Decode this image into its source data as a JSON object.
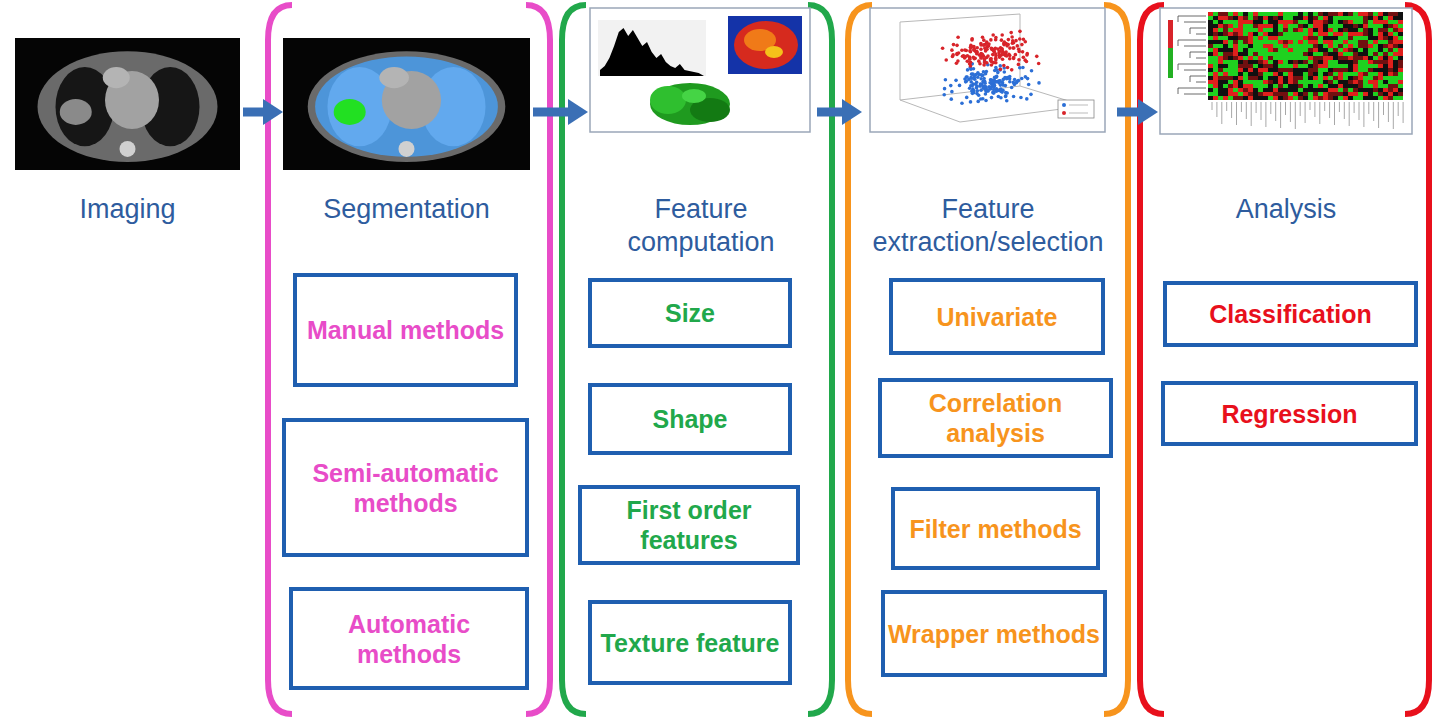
{
  "diagram": {
    "nodes": [
      {
        "text": [
          "Imaging"
        ]
      },
      {
        "text": [
          "Segmentation"
        ]
      },
      {
        "text": [
          "Manual methods"
        ],
        "in": 1
      },
      {
        "text": [
          "Semi-automatic methods"
        ],
        "in": 1
      },
      {
        "text": [
          "Automatic methods"
        ],
        "in": 1
      },
      {
        "text": [
          "Feature computation"
        ]
      },
      {
        "text": [
          "Size"
        ],
        "in": 5
      },
      {
        "text": [
          "Shape"
        ],
        "in": 5
      },
      {
        "text": [
          "First order features"
        ],
        "in": 5
      },
      {
        "text": [
          "Texture feature"
        ],
        "in": 5
      },
      {
        "text": [
          "Feature extraction/selection"
        ]
      },
      {
        "text": [
          "Univariate"
        ],
        "in": 10
      },
      {
        "text": [
          "Correlation analysis"
        ],
        "in": 10
      },
      {
        "text": [
          "Filter methods"
        ],
        "in": 10
      },
      {
        "text": [
          "Wrapper methods"
        ],
        "in": 10
      },
      {
        "text": [
          "Analysis"
        ]
      },
      {
        "text": [
          "Classification"
        ],
        "in": 15
      },
      {
        "text": [
          "Regression"
        ],
        "in": 15
      }
    ],
    "edges": [
      {
        "from": 0,
        "to": 1,
        "arrow": "to"
      },
      {
        "from": 1,
        "to": 5,
        "arrow": "to"
      },
      {
        "from": 5,
        "to": 10,
        "arrow": "to"
      },
      {
        "from": 10,
        "to": 15,
        "arrow": "to"
      }
    ]
  }
}
